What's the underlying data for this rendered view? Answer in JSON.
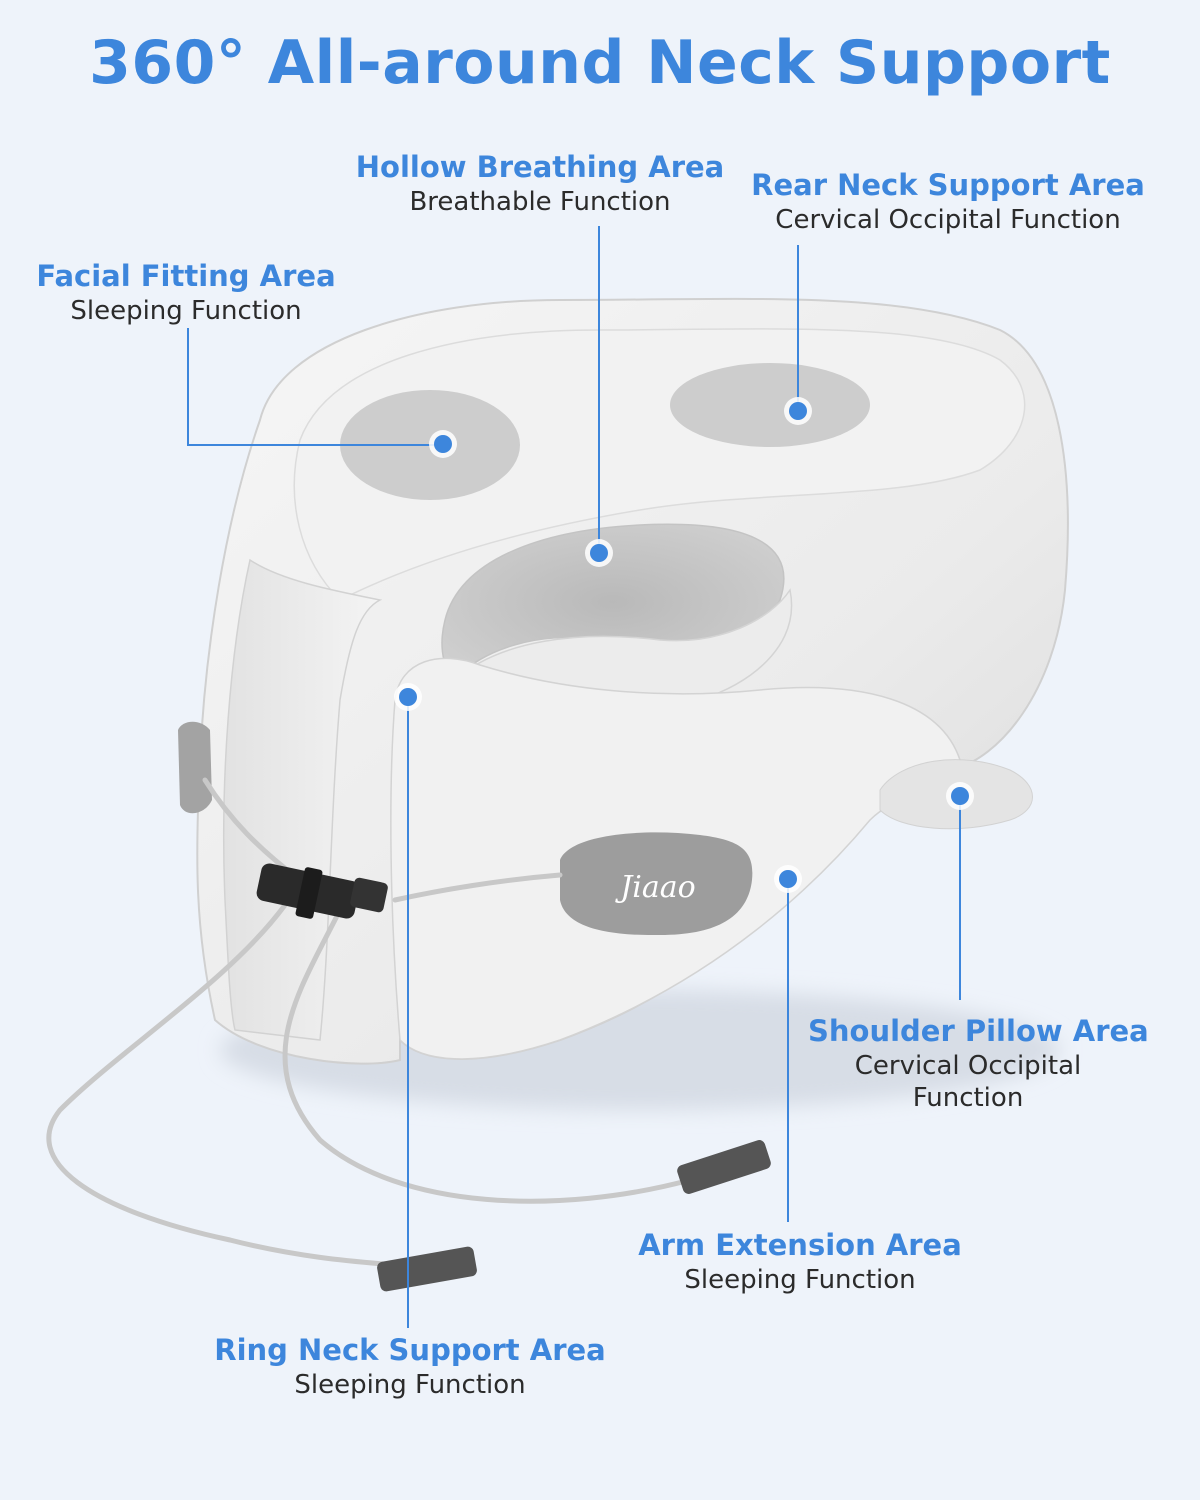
{
  "title": "360° All-around Neck Support",
  "brand_label": "Jiaao",
  "accent_color": "#3d86dc",
  "callouts": {
    "hollow": {
      "heading": "Hollow Breathing Area",
      "sub": "Breathable Function"
    },
    "rear": {
      "heading": "Rear Neck Support Area",
      "sub": "Cervical Occipital Function"
    },
    "facial": {
      "heading": "Facial Fitting Area",
      "sub": "Sleeping Function"
    },
    "shoulder": {
      "heading": "Shoulder Pillow Area",
      "sub": "Cervical Occipital Function"
    },
    "arm": {
      "heading": "Arm Extension Area",
      "sub": "Sleeping Function"
    },
    "ring": {
      "heading": "Ring Neck Support Area",
      "sub": "Sleeping Function"
    }
  }
}
